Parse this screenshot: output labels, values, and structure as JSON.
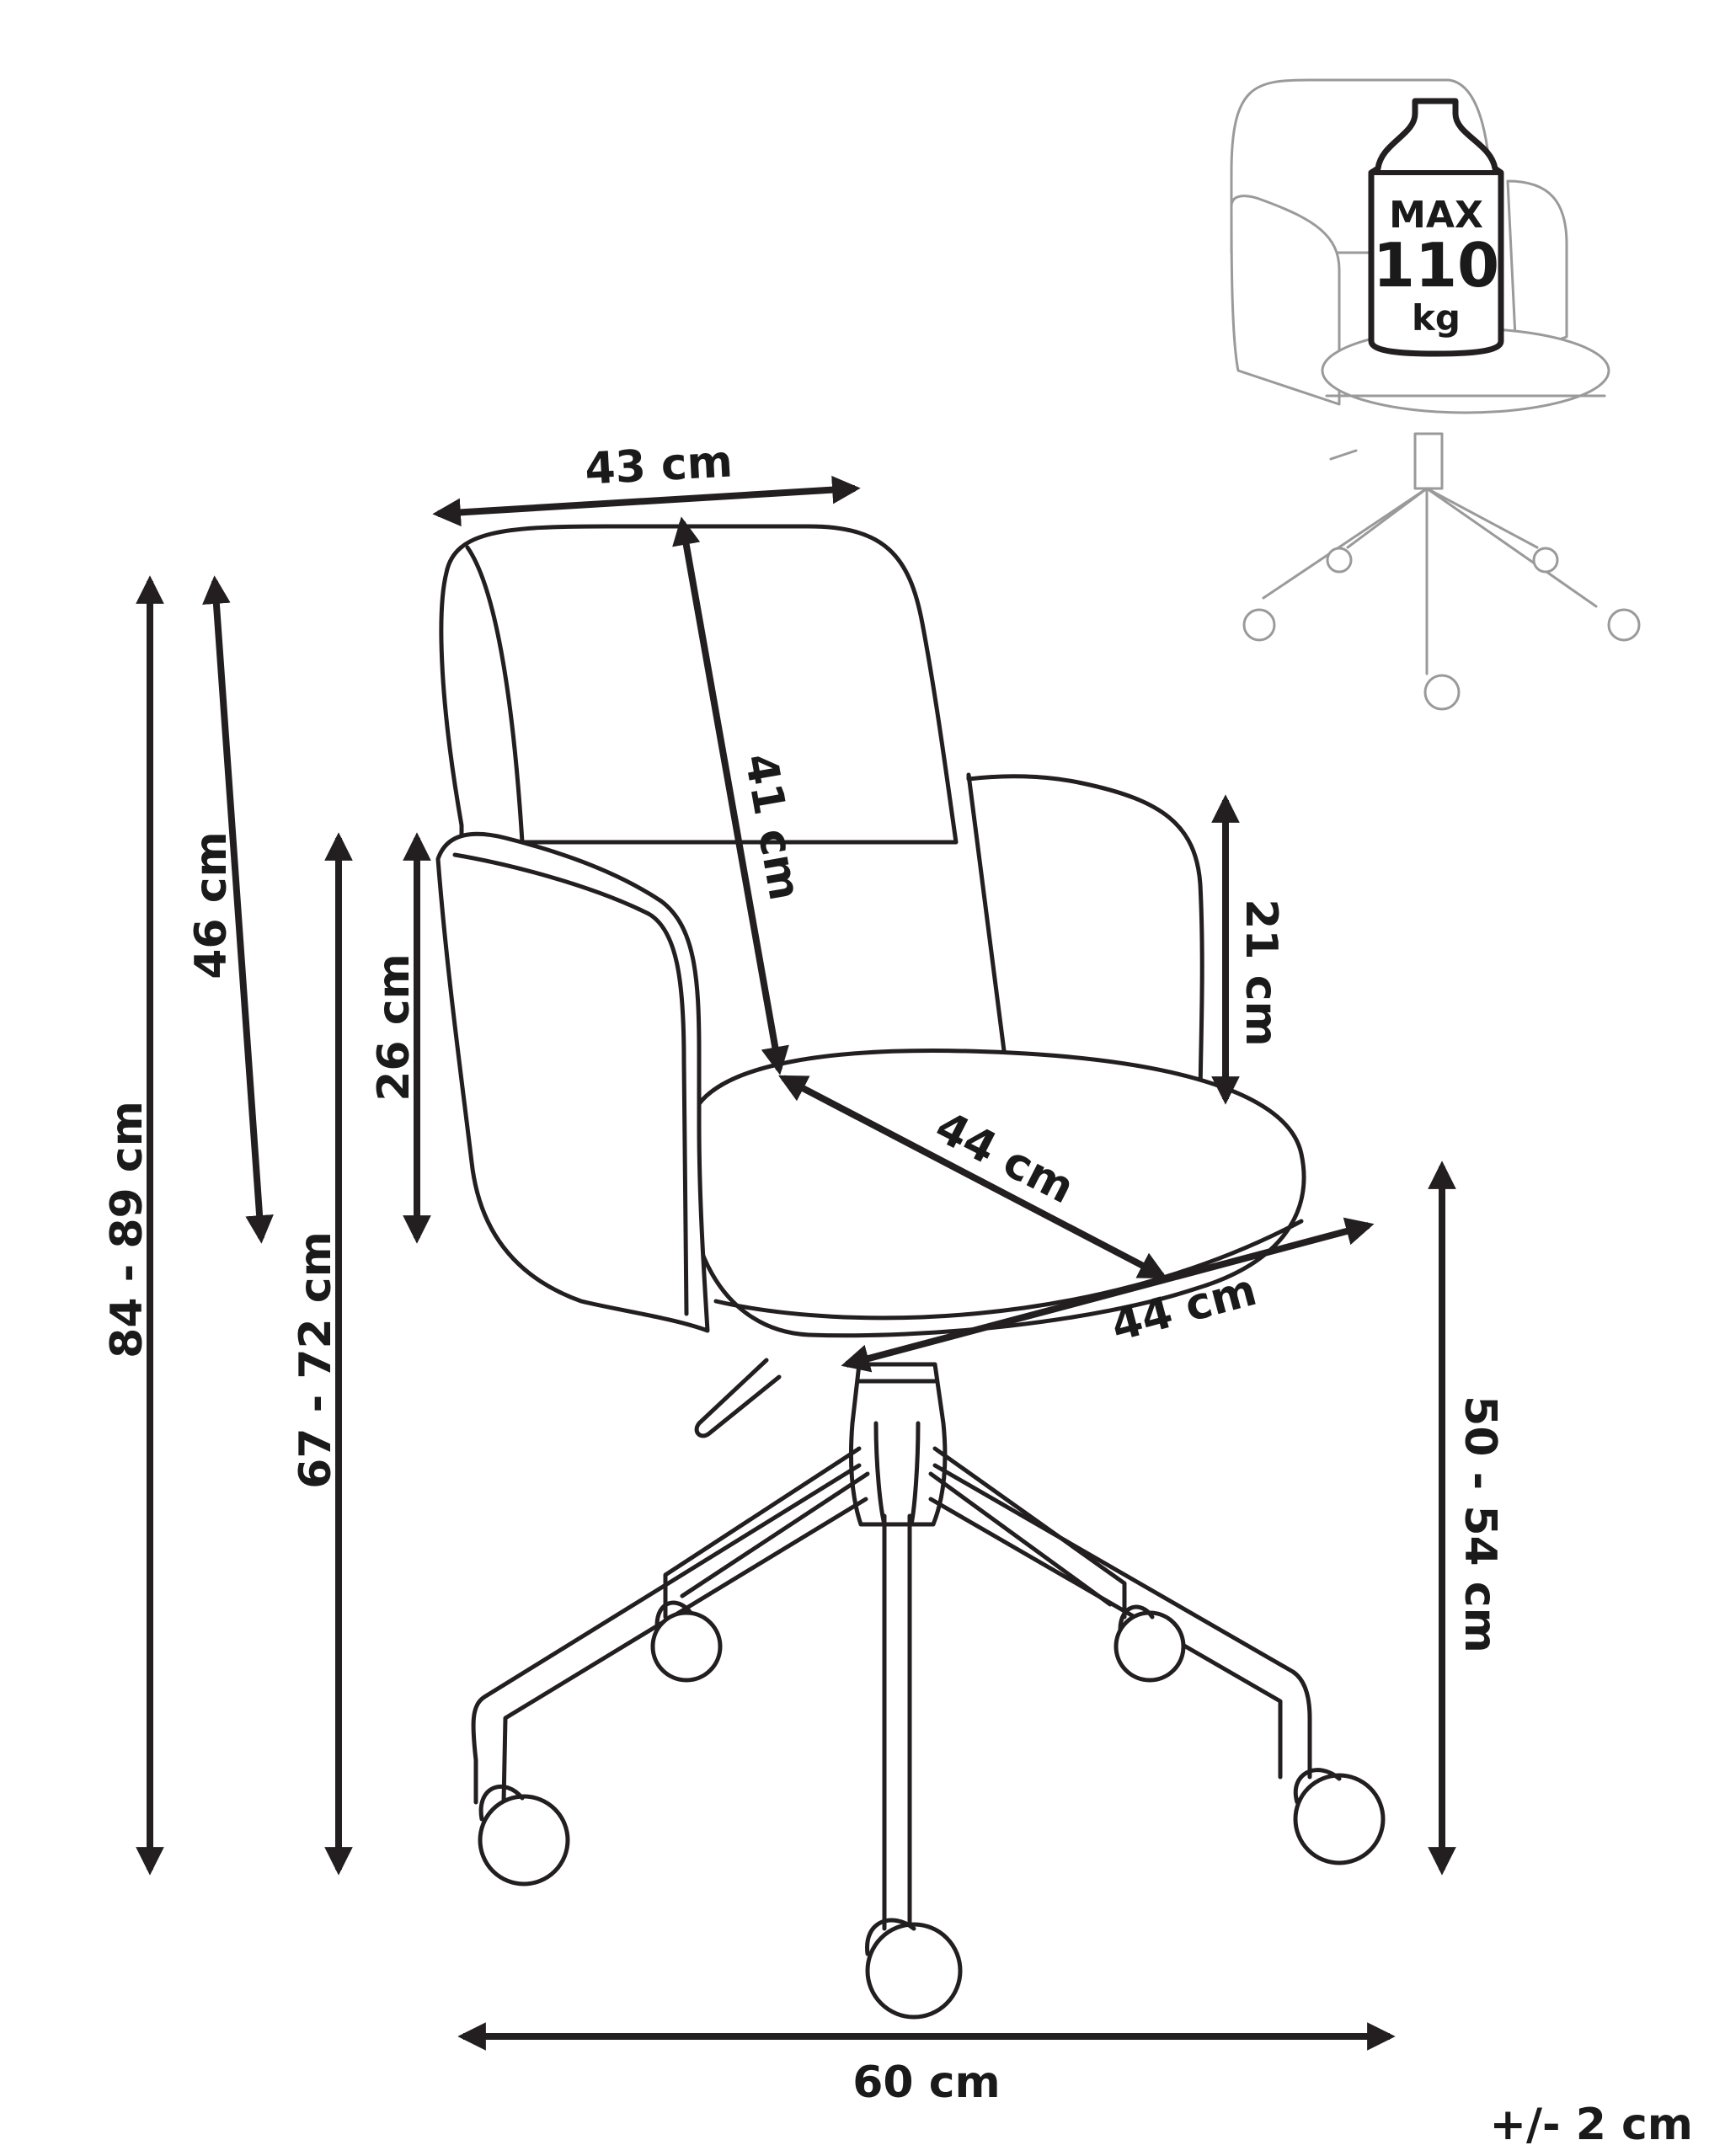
{
  "dimensions": {
    "backrest_width": "43 cm",
    "backrest_height": "41 cm",
    "armrest_height": "21 cm",
    "seat_depth": "44 cm",
    "seat_width": "44 cm",
    "total_height": "84 - 89 cm",
    "back_height": "46 cm",
    "arm_height": "67 - 72 cm",
    "arm_above_seat": "26 cm",
    "seat_height": "50 - 54 cm",
    "base_width": "60 cm"
  },
  "max_load": {
    "label": "MAX",
    "value": "110",
    "unit": "kg"
  },
  "tolerance": "+/- 2 cm"
}
